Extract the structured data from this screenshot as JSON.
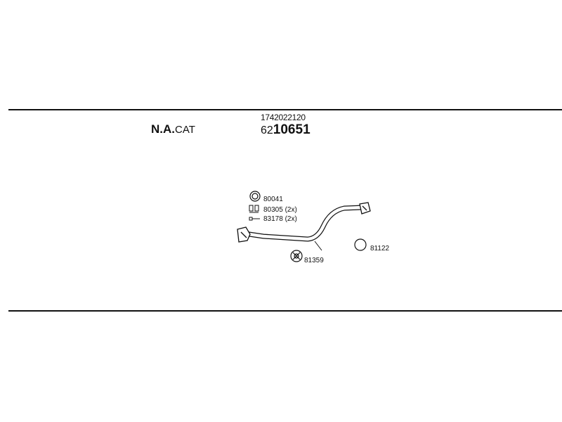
{
  "header": {
    "variant_bold": "N.A.",
    "variant_suffix": "CAT",
    "kit_code": "1742022120",
    "kit_number_prefix": "62",
    "kit_number_main": "10651"
  },
  "parts": [
    {
      "code": "80041",
      "icon": "ring-clamp-icon"
    },
    {
      "code": "80305 (2x)",
      "icon": "bolt-icon"
    },
    {
      "code": "83178 (2x)",
      "icon": "screw-icon"
    },
    {
      "code": "81359",
      "icon": "bracket-icon"
    },
    {
      "code": "81122",
      "icon": "gasket-ring-icon"
    }
  ],
  "colors": {
    "line": "#111111",
    "background": "#ffffff"
  }
}
